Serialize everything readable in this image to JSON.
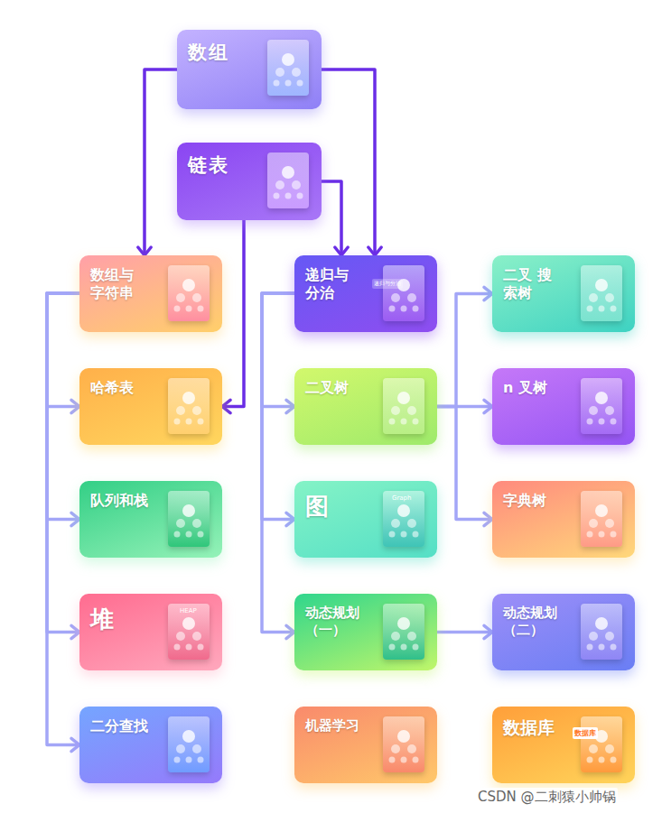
{
  "diagram": {
    "nodes": [
      {
        "text": [
          "数组"
        ]
      },
      {
        "text": [
          "链表"
        ]
      },
      {
        "text": [
          "数组与 字符串"
        ]
      },
      {
        "text": [
          "递归与 分治"
        ]
      },
      {
        "text": [
          "二叉 搜索树"
        ]
      },
      {
        "text": [
          "哈希表"
        ]
      },
      {
        "text": [
          "二叉树"
        ]
      },
      {
        "text": [
          "n 叉树"
        ]
      },
      {
        "text": [
          "队列和栈"
        ]
      },
      {
        "text": [
          "图"
        ]
      },
      {
        "text": [
          "字典树"
        ]
      },
      {
        "text": [
          "堆"
        ]
      },
      {
        "text": [
          "动态规划 （一）"
        ]
      },
      {
        "text": [
          "动态规划 （二）"
        ]
      },
      {
        "text": [
          "二分查找"
        ]
      },
      {
        "text": [
          "机器学习"
        ]
      },
      {
        "text": [
          "数据库"
        ]
      }
    ],
    "edges": [
      {
        "from": 0,
        "to": 2,
        "arrow": "to"
      },
      {
        "from": 0,
        "to": 3,
        "arrow": "to"
      },
      {
        "from": 1,
        "to": 3,
        "arrow": "to"
      },
      {
        "from": 1,
        "to": 5,
        "arrow": "to"
      },
      {
        "from": 2,
        "to": 5,
        "arrow": "to"
      },
      {
        "from": 2,
        "to": 8,
        "arrow": "to"
      },
      {
        "from": 2,
        "to": 11,
        "arrow": "to"
      },
      {
        "from": 2,
        "to": 14,
        "arrow": "to"
      },
      {
        "from": 3,
        "to": 6,
        "arrow": "to"
      },
      {
        "from": 3,
        "to": 9,
        "arrow": "to"
      },
      {
        "from": 3,
        "to": 12,
        "arrow": "to"
      },
      {
        "from": 6,
        "to": 4,
        "arrow": "to"
      },
      {
        "from": 6,
        "to": 7,
        "arrow": "to"
      },
      {
        "from": 6,
        "to": 10,
        "arrow": "to"
      },
      {
        "from": 12,
        "to": 13,
        "arrow": "to"
      }
    ],
    "labels": [
      "递归与分治",
      "Graph",
      "HEAP",
      "数据库",
      "CSDN @二刺猿小帅锅"
    ]
  }
}
